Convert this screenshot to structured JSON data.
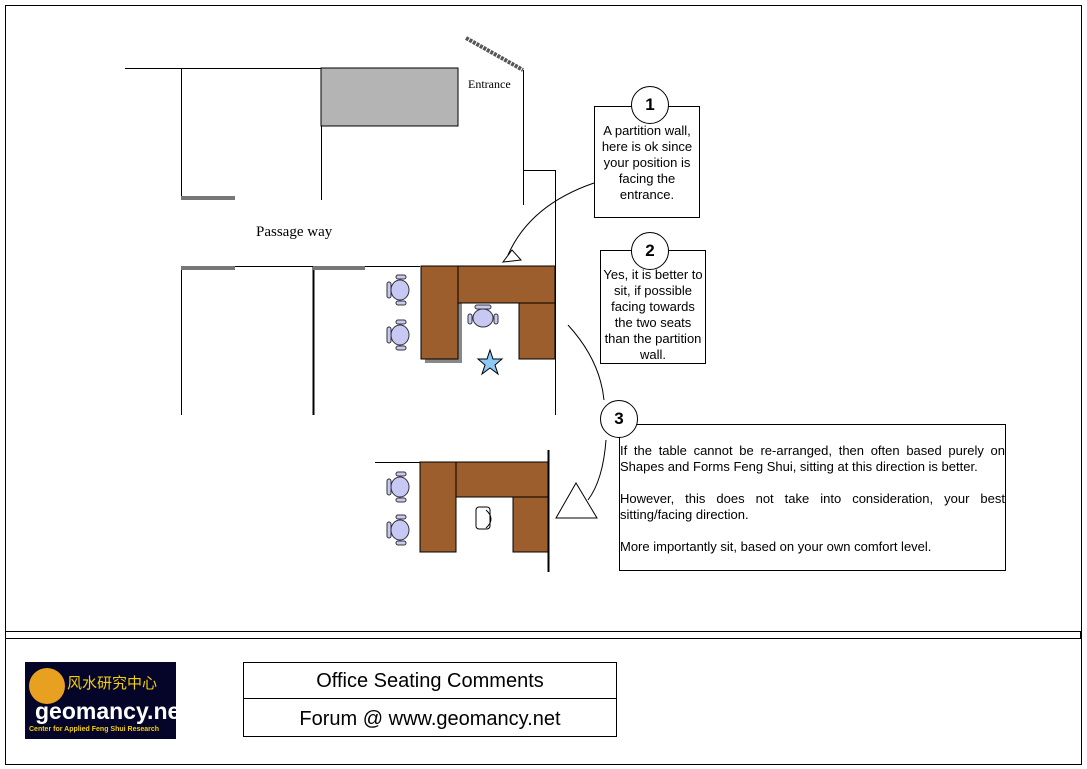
{
  "labels": {
    "entrance": "Entrance",
    "passage": "Passage way"
  },
  "notes": [
    {
      "number": "1",
      "text": "A partition wall, here is ok since your position is facing the entrance."
    },
    {
      "number": "2",
      "text": "Yes, it is better to sit, if possible facing towards the two seats than the partition wall."
    },
    {
      "number": "3",
      "paragraphs": [
        "If the table cannot be re-arranged, then often based purely on Shapes and Forms Feng Shui, sitting at this direction is better.",
        "However, this does not take into consideration, your best sitting/facing direction.",
        "More importantly sit, based on your own comfort level."
      ]
    }
  ],
  "title": {
    "line1": "Office Seating Comments",
    "line2": "Forum @ www.geomancy.net"
  },
  "logo": {
    "chinese": "风水研究中心",
    "name": "geomancy.net",
    "tagline": "Center for Applied Feng Shui Research"
  },
  "colors": {
    "desk": "#9b5e2c",
    "chair": "#c8c8f5",
    "star": "#8ec8f5",
    "wall": "#b4b4b4"
  }
}
